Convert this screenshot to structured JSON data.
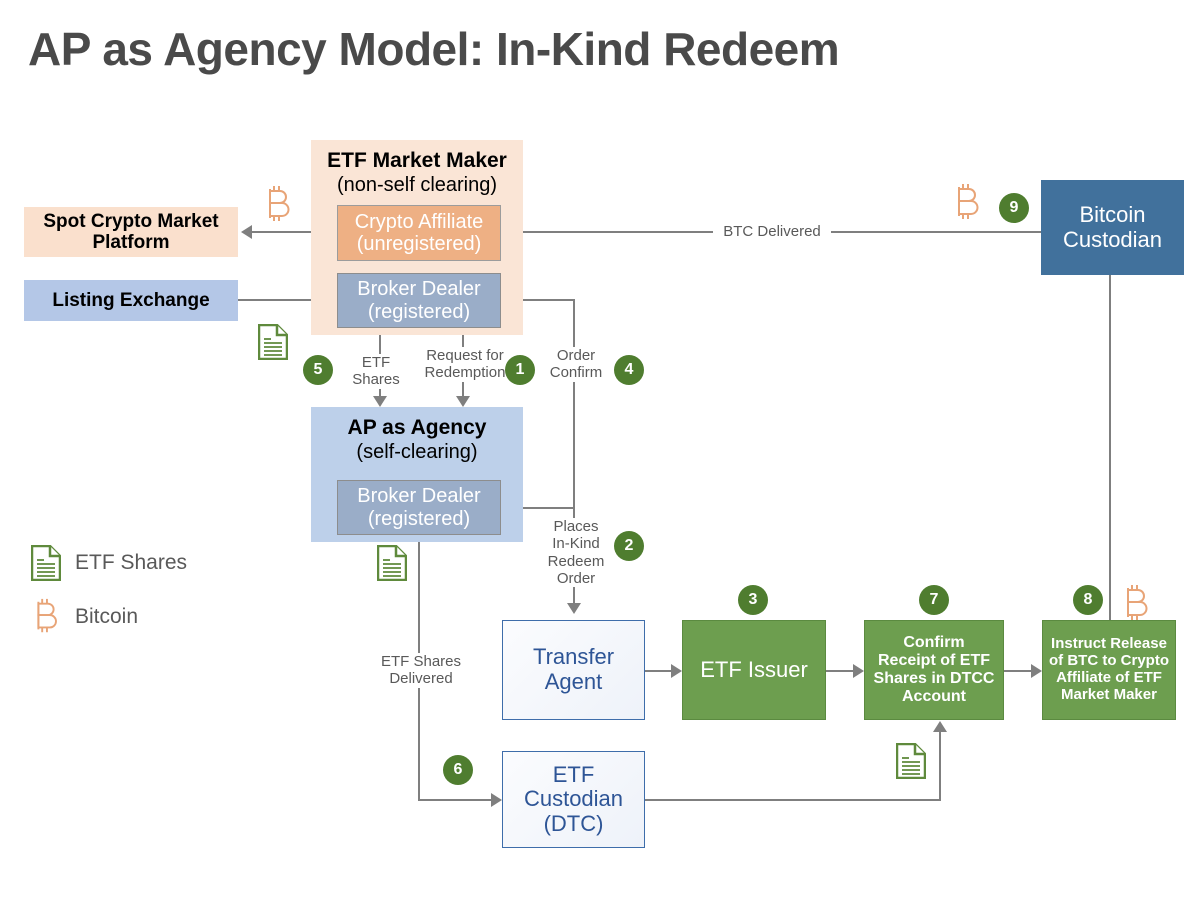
{
  "title": "AP as Agency Model: In-Kind Redeem",
  "nodes": {
    "spot_crypto": {
      "label": "Spot Crypto Market Platform"
    },
    "listing_exchange": {
      "label": "Listing Exchange"
    },
    "etf_market_maker": {
      "title": "ETF Market Maker",
      "subtitle": "(non-self clearing)",
      "crypto_affiliate": {
        "line1": "Crypto Affiliate",
        "line2": "(unregistered)"
      },
      "broker_dealer": {
        "line1": "Broker Dealer",
        "line2": "(registered)"
      }
    },
    "ap_agency": {
      "title": "AP as Agency",
      "subtitle": "(self-clearing)",
      "broker_dealer": {
        "line1": "Broker Dealer",
        "line2": "(registered)"
      }
    },
    "transfer_agent": {
      "line1": "Transfer",
      "line2": "Agent"
    },
    "etf_issuer": {
      "label": "ETF Issuer"
    },
    "confirm_receipt": {
      "line1": "Confirm",
      "line2": "Receipt of ETF",
      "line3": "Shares in DTCC",
      "line4": "Account"
    },
    "instruct_release": {
      "line1": "Instruct Release",
      "line2": "of BTC to Crypto",
      "line3": "Affiliate of ETF",
      "line4": "Market Maker"
    },
    "etf_custodian": {
      "line1": "ETF",
      "line2": "Custodian",
      "line3": "(DTC)"
    },
    "bitcoin_custodian": {
      "line1": "Bitcoin",
      "line2": "Custodian"
    }
  },
  "edge_labels": {
    "etf_shares": "ETF Shares",
    "request_for_redemption_l1": "Request for",
    "request_for_redemption_l2": "Redemption",
    "order_confirm_l1": "Order",
    "order_confirm_l2": "Confirm",
    "places_l1": "Places",
    "places_l2": "In-Kind",
    "places_l3": "Redeem",
    "places_l4": "Order",
    "etf_shares_delivered_l1": "ETF Shares",
    "etf_shares_delivered_l2": "Delivered",
    "btc_delivered": "BTC Delivered"
  },
  "steps": {
    "s1": "1",
    "s2": "2",
    "s3": "3",
    "s4": "4",
    "s5": "5",
    "s6": "6",
    "s7": "7",
    "s8": "8",
    "s9": "9"
  },
  "legend": [
    {
      "icon": "document-icon",
      "label": "ETF Shares"
    },
    {
      "icon": "bitcoin-icon",
      "label": "Bitcoin"
    }
  ],
  "icons": {
    "bitcoin_glyph": "Ƀ"
  },
  "colors": {
    "green": "#6d9e4f",
    "step_green": "#4f7d2f",
    "blue_solid": "#41719c",
    "blue_light": "#b4c7e7",
    "peach": "#fae0cd",
    "orange": "#eeb084",
    "line": "#7f7f7f",
    "title": "#4a4a4a"
  }
}
